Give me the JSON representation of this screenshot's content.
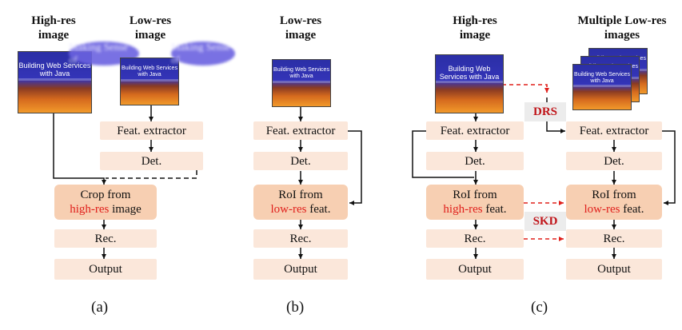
{
  "panel_a": {
    "title_high": "High-res image",
    "title_low": "Low-res image",
    "blur_text": "Making Sense of",
    "feat_extractor": "Feat. extractor",
    "det": "Det.",
    "crop_line1": "Crop from",
    "crop_red": "high-res",
    "crop_rest": " image",
    "rec": "Rec.",
    "output": "Output",
    "caption": "(a)"
  },
  "panel_b": {
    "title_low": "Low-res image",
    "feat_extractor": "Feat. extractor",
    "det": "Det.",
    "roi_line1": "RoI from",
    "roi_red": "low-res",
    "roi_rest": " feat.",
    "rec": "Rec.",
    "output": "Output",
    "caption": "(b)"
  },
  "panel_c": {
    "title_high": "High-res image",
    "title_multi": "Multiple Low-res images",
    "drs": "DRS",
    "skd": "SKD",
    "left": {
      "feat_extractor": "Feat. extractor",
      "det": "Det.",
      "roi_line1": "RoI from",
      "roi_red": "high-res",
      "roi_rest": " feat.",
      "rec": "Rec.",
      "output": "Output"
    },
    "right": {
      "feat_extractor": "Feat. extractor",
      "det": "Det.",
      "roi_line1": "RoI from",
      "roi_red": "low-res",
      "roi_rest": " feat.",
      "rec": "Rec.",
      "output": "Output"
    },
    "caption": "(c)"
  },
  "book_text": "Building Web Services with Java",
  "colors": {
    "box": "#fbe7da",
    "box_strong": "#f7cfb2",
    "red": "#e0201c",
    "tag_bg": "#ececec"
  }
}
